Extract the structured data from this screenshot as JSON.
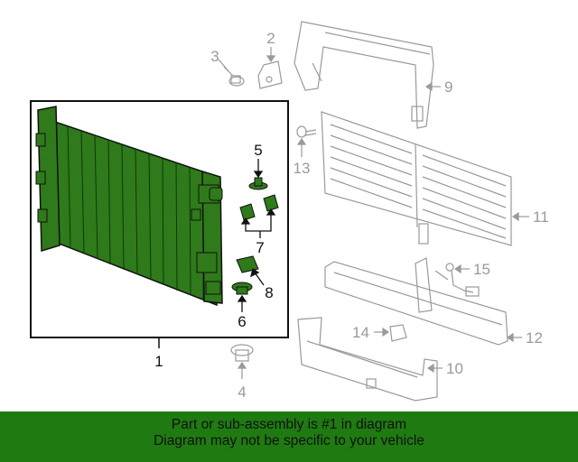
{
  "callouts": {
    "c1": "1",
    "c2": "2",
    "c3": "3",
    "c4": "4",
    "c5": "5",
    "c6": "6",
    "c7": "7",
    "c8": "8",
    "c9": "9",
    "c10": "10",
    "c11": "11",
    "c12": "12",
    "c13": "13",
    "c14": "14",
    "c15": "15"
  },
  "banner": {
    "line1": "Part or sub-assembly is #1 in diagram",
    "line2": "Diagram may not be specific to your vehicle"
  },
  "colors": {
    "highlight": "#1f7a12",
    "part_fill": "#2f7a1a",
    "line_dark": "#111111",
    "line_grey": "#9a9a9a"
  }
}
